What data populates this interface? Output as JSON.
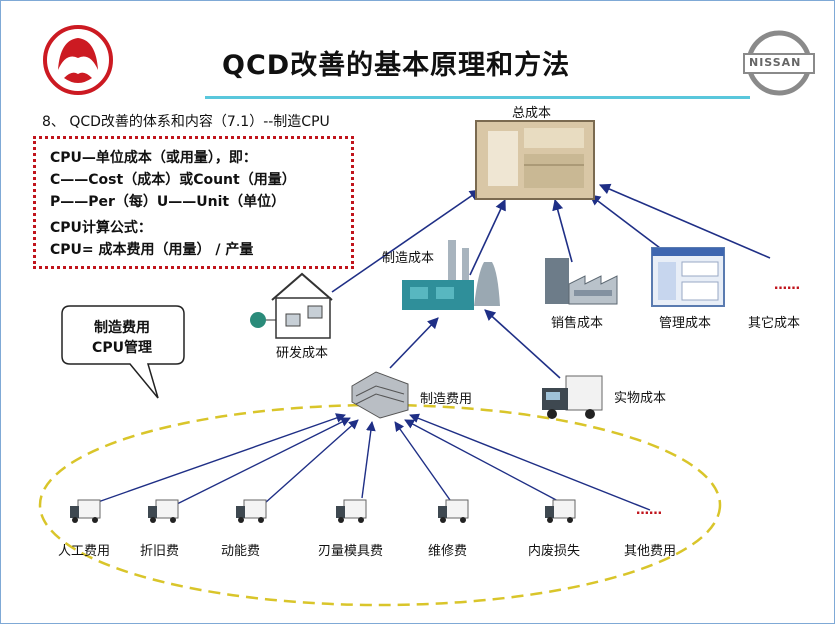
{
  "title": "QCD改善的基本原理和方法",
  "subtitle": "8、  QCD改善的体系和内容（7.1）--制造CPU",
  "logos": {
    "left": "dongfeng-logo",
    "right_text": "NISSAN"
  },
  "definition": {
    "line1": "CPU—单位成本（或用量），即：",
    "line2": "C——Cost（成本）或Count（用量）",
    "line3": "P——Per（每）U——Unit（单位）",
    "line4": "CPU计算公式：",
    "line5": "CPU= 成本费用（用量） / 产量"
  },
  "bubble": {
    "line1": "制造费用",
    "line2": "CPU管理"
  },
  "nodes": {
    "total": "总成本",
    "manufacturing_cost": "制造成本",
    "rnd_cost": "研发成本",
    "sales_cost": "销售成本",
    "management_cost": "管理成本",
    "other_cost": "其它成本",
    "manufacturing_expense": "制造费用",
    "material_cost": "实物成本"
  },
  "expenses": [
    "人工费用",
    "折旧费",
    "动能费",
    "刃量模具费",
    "维修费",
    "内废损失",
    "其他费用"
  ],
  "ellipsis": "……",
  "colors": {
    "arrow": "#1f2f86",
    "title_line": "#59c7dc",
    "dotted_box": "#c0141c",
    "ellipse": "#d9c52a"
  }
}
